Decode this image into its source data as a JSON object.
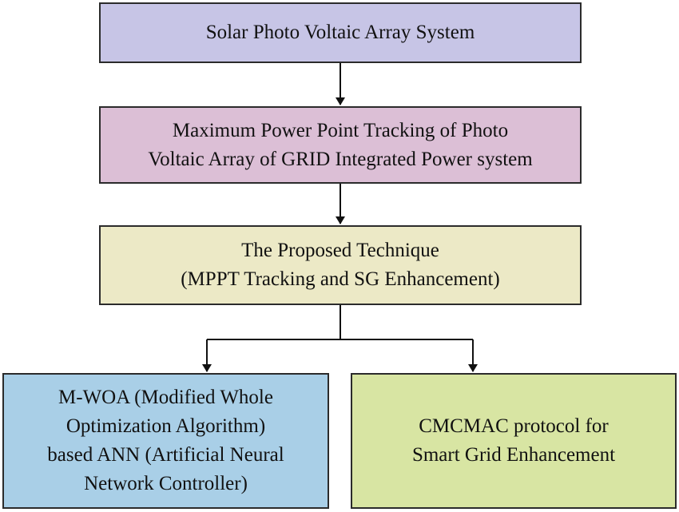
{
  "diagram": {
    "nodes": {
      "solar": {
        "lines": [
          "Solar Photo Voltaic Array System"
        ],
        "color": "#c7c5e6"
      },
      "mppt": {
        "lines": [
          "Maximum Power Point Tracking of Photo",
          "Voltaic Array of GRID Integrated Power system"
        ],
        "color": "#dcbfd6"
      },
      "proposed": {
        "lines": [
          "The Proposed Technique",
          "(MPPT Tracking and SG Enhancement)"
        ],
        "color": "#ece9c6"
      },
      "mwoa": {
        "lines": [
          "M-WOA (Modified Whole",
          "Optimization Algorithm)",
          "based ANN (Artificial Neural",
          "Network Controller)"
        ],
        "color": "#a9cfe7"
      },
      "cmcmac": {
        "lines": [
          "CMCMAC protocol for",
          "Smart Grid Enhancement"
        ],
        "color": "#d8e5a3"
      }
    },
    "edges": [
      {
        "from": "solar",
        "to": "mppt"
      },
      {
        "from": "mppt",
        "to": "proposed"
      },
      {
        "from": "proposed",
        "to": "mwoa"
      },
      {
        "from": "proposed",
        "to": "cmcmac"
      }
    ]
  }
}
